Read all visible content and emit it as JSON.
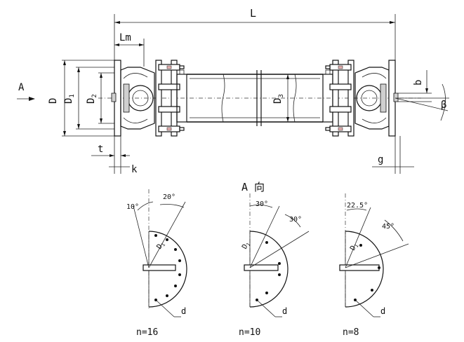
{
  "labels": {
    "L": "L",
    "Lm": "Lm",
    "A": "A",
    "D": "D",
    "D1": "D",
    "D1_sub": "1",
    "D2": "D",
    "D2_sub": "2",
    "D3": "D",
    "D3_sub": "3",
    "t": "t",
    "k": "k",
    "b": "b",
    "beta": "β",
    "g": "g",
    "view_title": "A 向"
  },
  "views": [
    {
      "n_label": "n=16",
      "angle_a": "10°",
      "angle_b": "20°",
      "D1_label": "D",
      "D1_sub": "1",
      "d_label": "d"
    },
    {
      "n_label": "n=10",
      "angle_a": "30°",
      "angle_b": "30°",
      "D1_label": "D",
      "D1_sub": "1",
      "d_label": "d"
    },
    {
      "n_label": "n=8",
      "angle_a": "22.5°",
      "angle_b": "45°",
      "D1_label": "D",
      "D1_sub": "1",
      "d_label": "d"
    }
  ]
}
